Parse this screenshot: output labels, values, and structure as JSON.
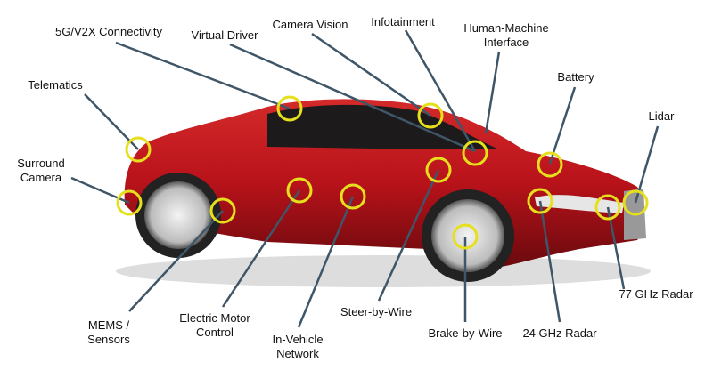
{
  "colors": {
    "callout_circle": "#e6e01c",
    "leader_line": "#3e5668",
    "car_body": "#b8121a"
  },
  "labels": {
    "connectivity": "5G/V2X Connectivity",
    "virtual_driver": "Virtual Driver",
    "camera_vision": "Camera Vision",
    "infotainment": "Infotainment",
    "hmi_line1": "Human-Machine",
    "hmi_line2": "Interface",
    "telematics": "Telematics",
    "battery": "Battery",
    "lidar": "Lidar",
    "surround_line1": "Surround",
    "surround_line2": "Camera",
    "mems_line1": "MEMS /",
    "mems_line2": "Sensors",
    "motor_line1": "Electric Motor",
    "motor_line2": "Control",
    "network_line1": "In-Vehicle",
    "network_line2": "Network",
    "steer": "Steer-by-Wire",
    "brake": "Brake-by-Wire",
    "radar24": "24 GHz Radar",
    "radar77": "77 GHz Radar"
  }
}
